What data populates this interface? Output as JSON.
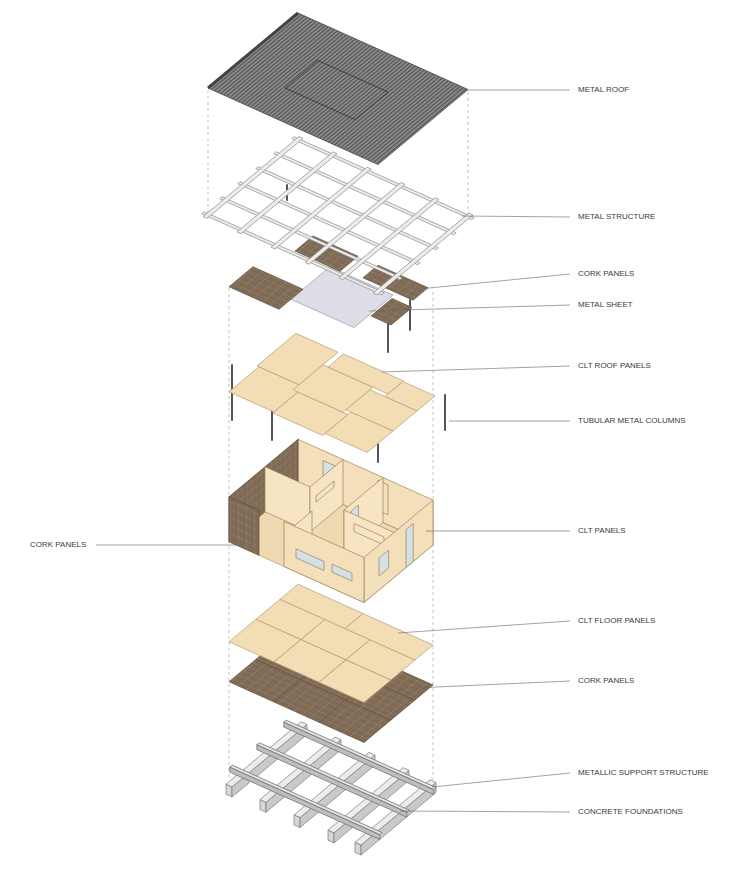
{
  "diagram": {
    "labels": [
      "METAL ROOF",
      "METAL STRUCTURE",
      "CORK PANELS",
      "METAL SHEET",
      "CLT ROOF PANELS",
      "TUBULAR METAL COLUMNS",
      "CLT PANELS",
      "CORK PANELS",
      "CLT FLOOR PANELS",
      "CORK PANELS",
      "METALLIC SUPPORT STRUCTURE",
      "CONCRETE FOUNDATIONS"
    ]
  }
}
